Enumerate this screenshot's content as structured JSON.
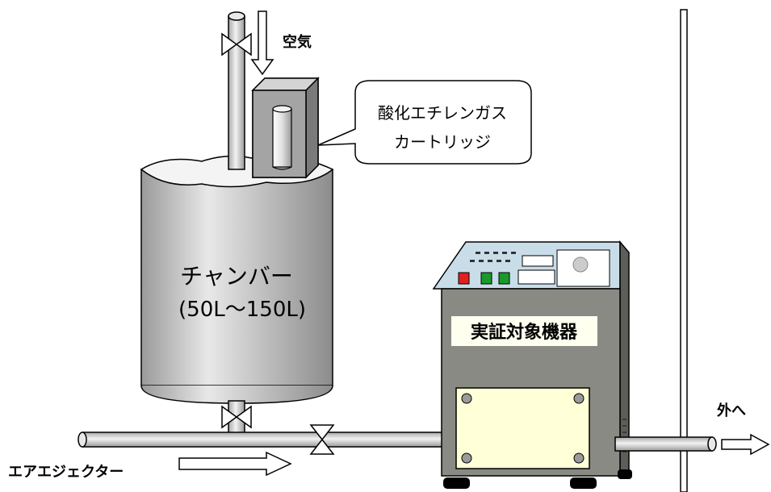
{
  "labels": {
    "air": "空気",
    "cartridge_line1": "酸化エチレンガス",
    "cartridge_line2": "カートリッジ",
    "chamber_name": "チャンバー",
    "chamber_capacity": "(50L～150L)",
    "device": "実証対象機器",
    "outside": "外へ",
    "air_ejector": "エアエジェクター"
  },
  "colors": {
    "chamber_fill": "#c8c8c8",
    "pipe_fill": "#d4d4d4",
    "device_body": "#8a8a84",
    "device_panel": "#c9dde9",
    "device_label_bg": "#fffff0",
    "device_door": "#ffffd8",
    "cartridge_box": "#a0a0a0",
    "red_button": "#e02020",
    "green_button": "#1a9a2a"
  },
  "icons": [
    "arrow-down-icon",
    "arrow-right-icon",
    "valve-icon"
  ]
}
